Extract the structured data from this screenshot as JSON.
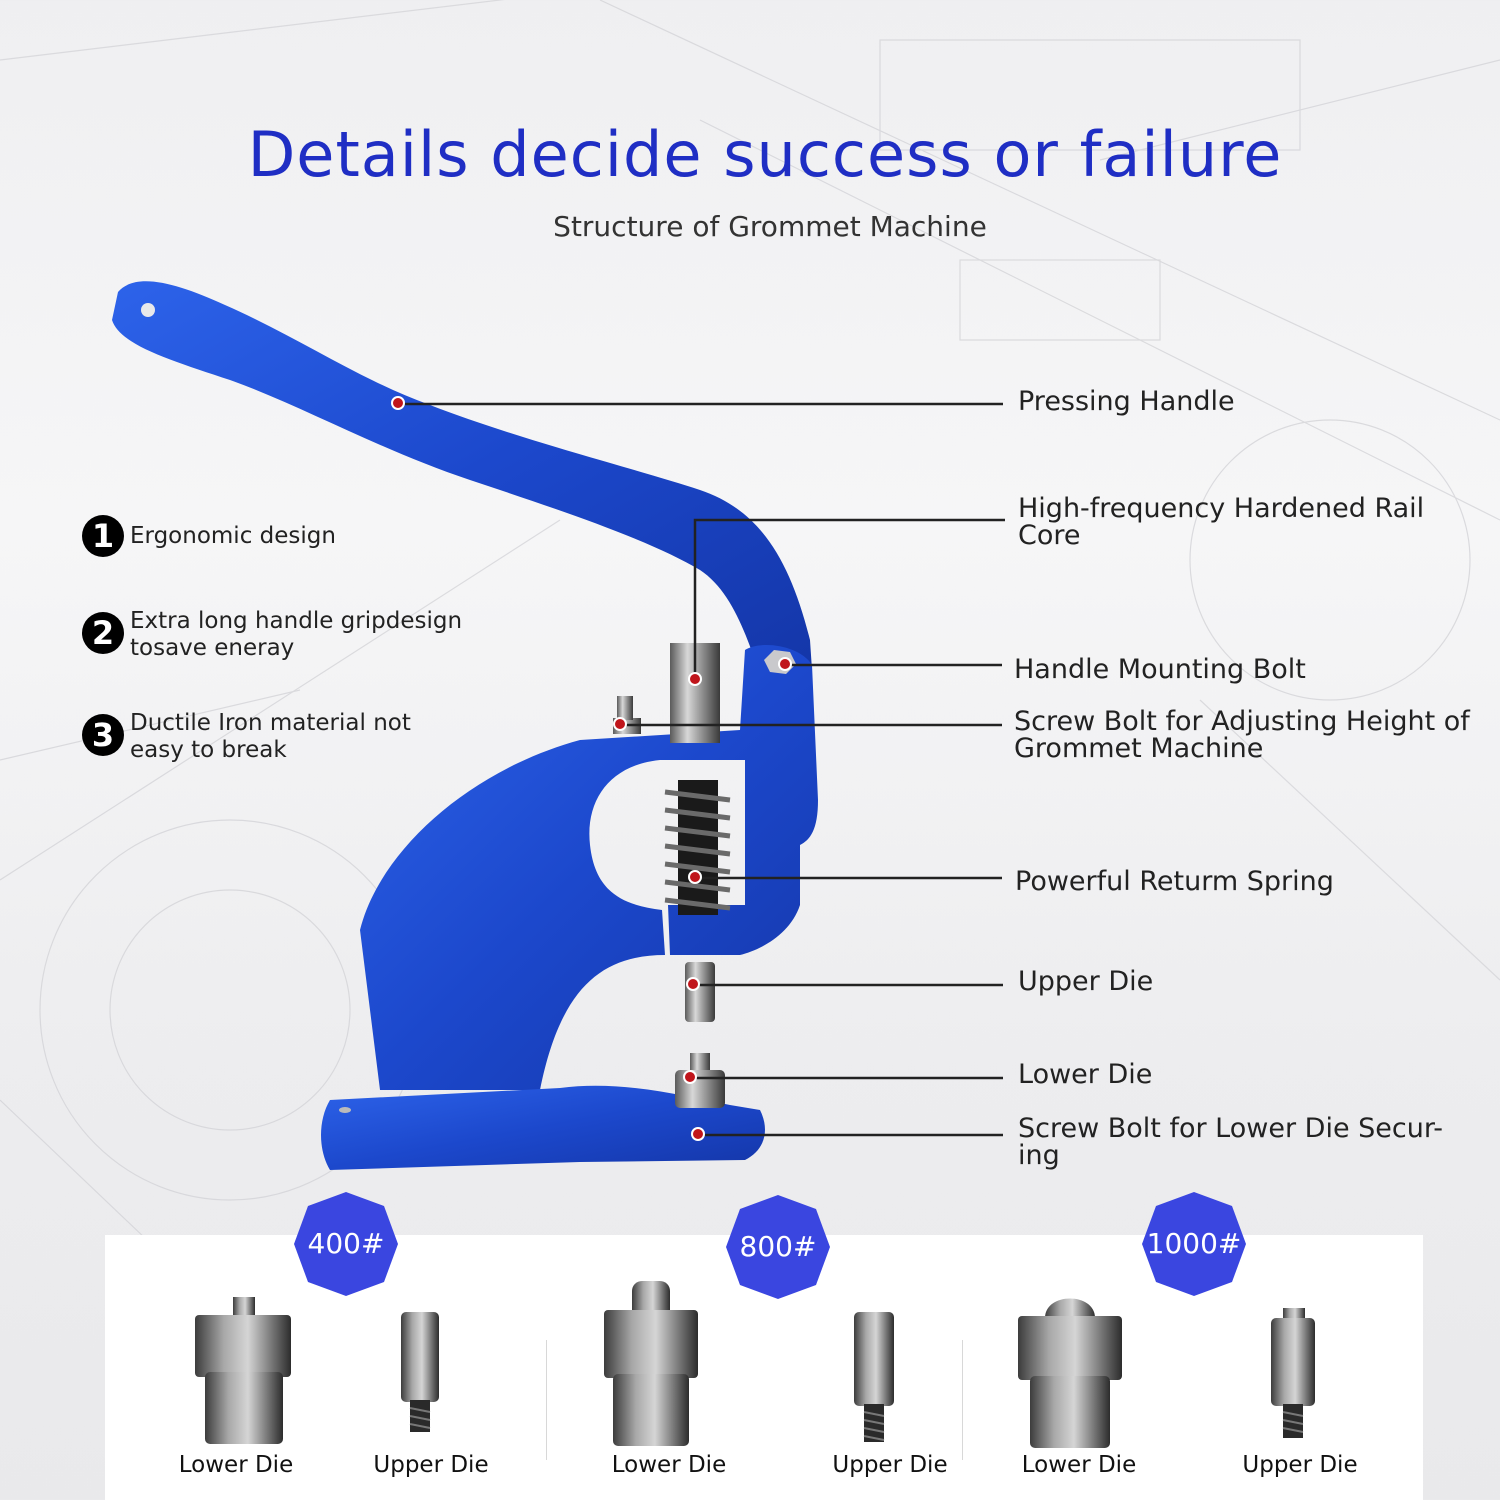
{
  "header": {
    "title": "Details decide success or failure",
    "subtitle": "Structure of  Grommet Machine"
  },
  "features": [
    {
      "number": "1",
      "text": "Ergonomic design"
    },
    {
      "number": "2",
      "text": "Extra long handle gripdesign tosave eneray"
    },
    {
      "number": "3",
      "text": "Ductile Iron material not easy to break"
    }
  ],
  "callouts": [
    {
      "label": "Pressing Handle"
    },
    {
      "label": "High-frequency Hardened Rail Core"
    },
    {
      "label": "Handle Mounting Bolt"
    },
    {
      "label": "Screw Bolt for Adjusting Height of Grommet Machine"
    },
    {
      "label": "Powerful Returm Spring"
    },
    {
      "label": "Upper Die"
    },
    {
      "label": "Lower Die"
    },
    {
      "label": "Screw Bolt for Lower Die Secur- ing"
    }
  ],
  "die_sets": [
    {
      "badge": "400#",
      "lower_label": "Lower Die",
      "upper_label": "Upper  Die"
    },
    {
      "badge": "800#",
      "lower_label": "Lower Die",
      "upper_label": "Upper  Die"
    },
    {
      "badge": "1000#",
      "lower_label": "Lower Die",
      "upper_label": "Upper  Die"
    }
  ],
  "colors": {
    "title_blue": "#1f2ec4",
    "machine_blue": "#1f4fd0",
    "badge_blue": "#3a46e0",
    "dot_red": "#c0151b"
  }
}
